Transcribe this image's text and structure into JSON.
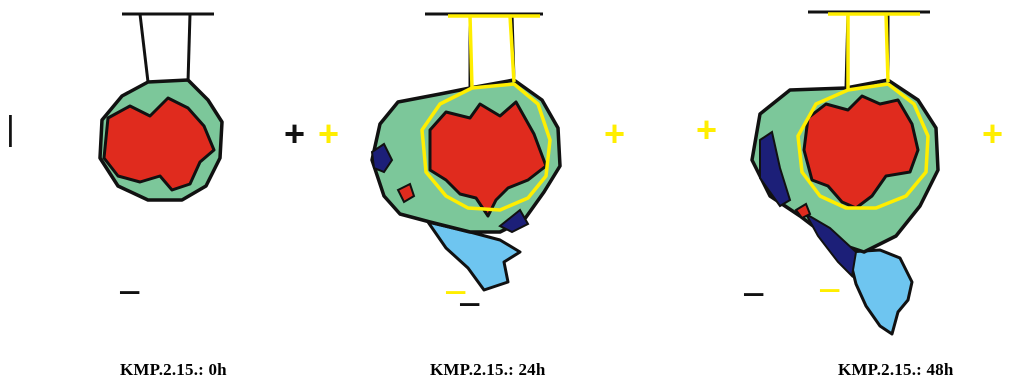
{
  "captions": [
    "KMP.2.15.: 0h",
    "KMP.2.15.: 24h",
    "KMP.2.15.: 48h"
  ],
  "marks": {
    "plus": "+",
    "minus": "−",
    "bar": "|"
  },
  "colors": {
    "outline": "#111111",
    "overlay": "#ffee00",
    "core": "#e02b1e",
    "halo": "#7cc79a",
    "dark": "#1c1f78",
    "lightblue": "#6ec5f0",
    "background": "#ffffff"
  }
}
